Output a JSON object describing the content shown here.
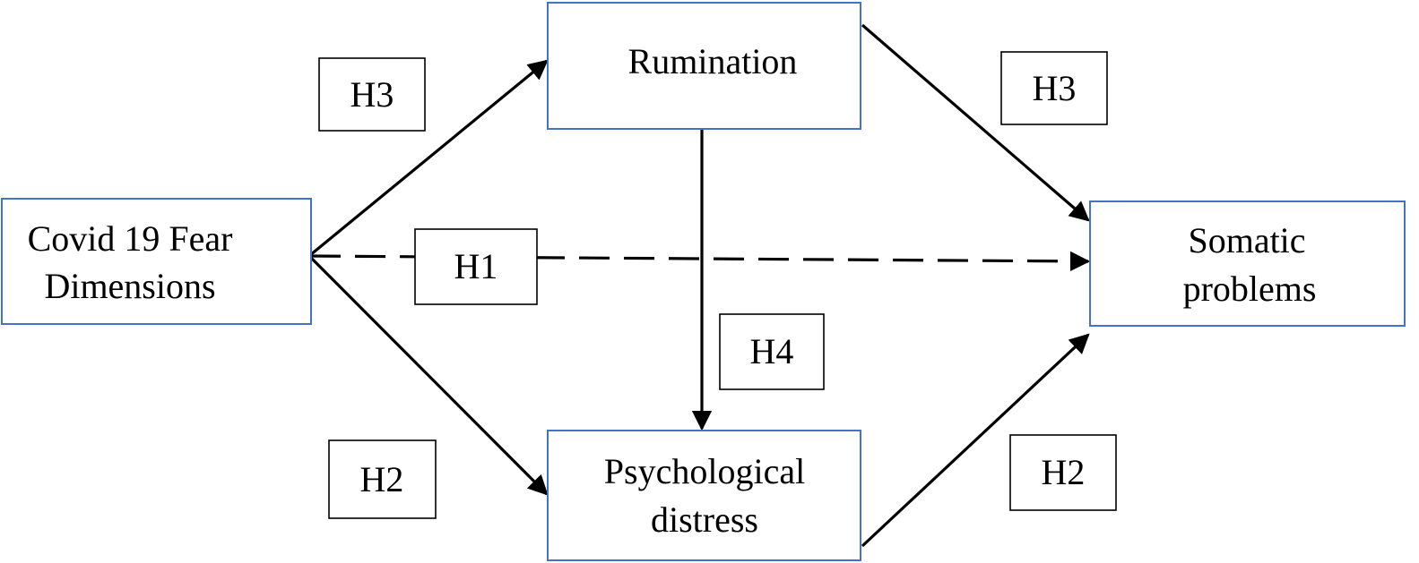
{
  "nodes": {
    "fear": {
      "line1": "Covid 19 Fear",
      "line2": "Dimensions"
    },
    "rumination": {
      "label": "Rumination"
    },
    "distress": {
      "line1": "Psychological",
      "line2": "distress"
    },
    "somatic": {
      "line1": "Somatic",
      "line2": "problems"
    }
  },
  "hypotheses": {
    "fear_to_rumination": "H3",
    "rumination_to_somatic": "H3",
    "fear_to_somatic": "H1",
    "rumination_to_distress": "H4",
    "fear_to_distress": "H2",
    "distress_to_somatic": "H2"
  },
  "edges": [
    {
      "from": "fear",
      "to": "rumination",
      "label": "H3",
      "style": "solid"
    },
    {
      "from": "rumination",
      "to": "somatic",
      "label": "H3",
      "style": "solid"
    },
    {
      "from": "fear",
      "to": "somatic",
      "label": "H1",
      "style": "dashed"
    },
    {
      "from": "rumination",
      "to": "distress",
      "label": "H4",
      "style": "solid"
    },
    {
      "from": "fear",
      "to": "distress",
      "label": "H2",
      "style": "solid"
    },
    {
      "from": "distress",
      "to": "somatic",
      "label": "H2",
      "style": "solid"
    }
  ],
  "colors": {
    "node_border": "#4472c4",
    "label_border": "#000000",
    "arrow": "#000000"
  }
}
